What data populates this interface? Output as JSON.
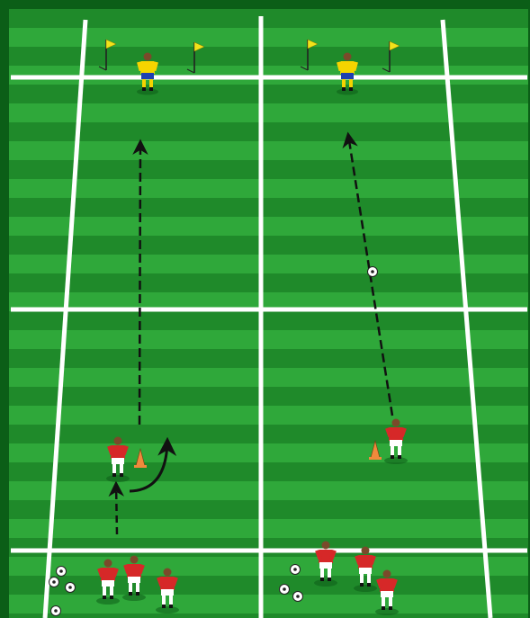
{
  "diagram": {
    "type": "soccer-drill",
    "colors": {
      "grass_dark": "#1f8a2a",
      "grass_light": "#2fa83a",
      "border": "#0b5e17",
      "line": "#ffffff",
      "flag": "#f2e21a",
      "attacker_shirt": "#d62828",
      "attacker_shorts": "#ffffff",
      "keeper_shirt": "#f5d400",
      "keeper_shorts": "#1f3fb0",
      "cone": "#f08a3c",
      "run_path": "#111111",
      "ball": "#ffffff"
    },
    "lanes": [
      {
        "keeper": {
          "kind": "goalkeeper"
        },
        "flags": [
          "flag",
          "flag"
        ],
        "dribbler": {
          "kind": "attacker",
          "with_cone": true
        },
        "queue": {
          "players": 3,
          "balls": 4
        }
      },
      {
        "keeper": {
          "kind": "goalkeeper"
        },
        "flags": [
          "flag",
          "flag"
        ],
        "dribbler": {
          "kind": "attacker",
          "with_cone": true
        },
        "queue": {
          "players": 3,
          "balls": 3
        },
        "ball_in_flight": true
      }
    ]
  }
}
